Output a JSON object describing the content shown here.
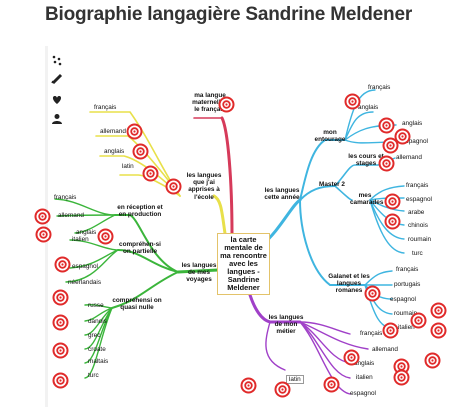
{
  "page": {
    "title": "Biographie langagière Sandrine Meldener"
  },
  "toolbar": {
    "icons": [
      "grid-icon",
      "pencil-icon",
      "heart-icon",
      "user-icon"
    ]
  },
  "center": {
    "text": "la carte mentale de ma rencontre avec les langues - Sandrine Meldener"
  },
  "branches": {
    "maternelle": {
      "label": "ma langue maternelle : le français",
      "color": "#d63a5a"
    },
    "ecole": {
      "label": "les langues que j'ai apprises à l'école",
      "color": "#e8e04a",
      "items": [
        "français",
        "allemand",
        "anglais",
        "latin"
      ]
    },
    "voyages": {
      "label": "les langues de mes voyages",
      "color": "#3bb53b",
      "groups": [
        {
          "label": "en réception et en production",
          "items": [
            "français",
            "allemand",
            "anglais"
          ]
        },
        {
          "label": "compréhen-si on partielle",
          "items": [
            "italien",
            "espagnol",
            "néerlandais"
          ]
        },
        {
          "label": "compréhensi on quasi nulle",
          "items": [
            "russe",
            "danois",
            "grec",
            "croate",
            "maltais",
            "turc"
          ]
        }
      ]
    },
    "annee": {
      "label": "les langues cette année",
      "color": "#3fb5e0",
      "entourage": {
        "label": "mon entourage",
        "items": [
          "français",
          "anglais",
          "anglais",
          "espagnol"
        ]
      },
      "master": {
        "label": "Master 2"
      },
      "cours": {
        "label": "les cours et stages",
        "items": [
          "allemand"
        ]
      },
      "camarades": {
        "label": "mes camarades",
        "items": [
          "français",
          "espagnol",
          "arabe",
          "chinois",
          "roumain",
          "turc"
        ]
      },
      "galanet": {
        "label": "Galanet et les langues romanes",
        "items": [
          "français",
          "portugais",
          "espagnol",
          "roumain",
          "italien"
        ]
      }
    },
    "metier": {
      "label": "les langues de mon métier",
      "color": "#a040c8",
      "items": [
        "français",
        "allemand",
        "anglais",
        "italien",
        "espagnol",
        "latin"
      ]
    }
  }
}
